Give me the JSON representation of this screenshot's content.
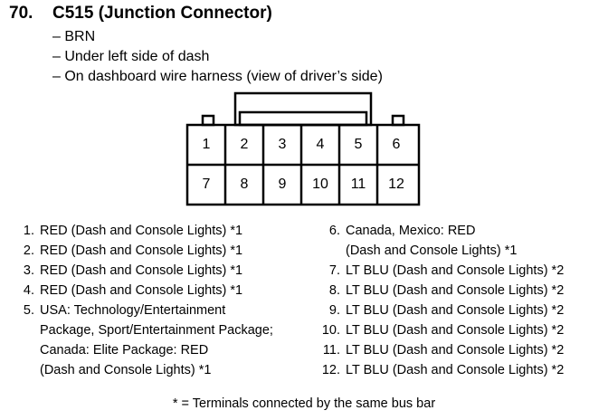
{
  "header": {
    "number": "70.",
    "title": "C515 (Junction Connector)",
    "details": [
      "– BRN",
      "– Under left side of dash",
      "– On dashboard wire harness (view of driver’s side)"
    ]
  },
  "connector": {
    "top_row": [
      "1",
      "2",
      "3",
      "4",
      "5",
      "6"
    ],
    "bottom_row": [
      "7",
      "8",
      "9",
      "10",
      "11",
      "12"
    ]
  },
  "terminals_left": [
    {
      "num": "1.",
      "text": "RED (Dash and Console Lights) *1"
    },
    {
      "num": "2.",
      "text": "RED (Dash and Console Lights) *1"
    },
    {
      "num": "3.",
      "text": "RED (Dash and Console Lights) *1"
    },
    {
      "num": "4.",
      "text": "RED (Dash and Console Lights) *1"
    },
    {
      "num": "5.",
      "text": "USA: Technology/Entertainment\nPackage, Sport/Entertainment Package;\nCanada: Elite Package: RED\n(Dash and Console Lights) *1"
    }
  ],
  "terminals_right": [
    {
      "num": "6.",
      "text": "Canada, Mexico: RED\n(Dash and Console Lights) *1"
    },
    {
      "num": "7.",
      "text": "LT BLU (Dash and Console Lights) *2"
    },
    {
      "num": "8.",
      "text": "LT BLU (Dash and Console Lights) *2"
    },
    {
      "num": "9.",
      "text": "LT BLU (Dash and Console Lights) *2"
    },
    {
      "num": "10.",
      "text": "LT BLU (Dash and Console Lights) *2"
    },
    {
      "num": "11.",
      "text": "LT BLU (Dash and Console Lights) *2"
    },
    {
      "num": "12.",
      "text": "LT BLU (Dash and Console Lights) *2"
    }
  ],
  "footnote": "* = Terminals connected by the same bus bar"
}
